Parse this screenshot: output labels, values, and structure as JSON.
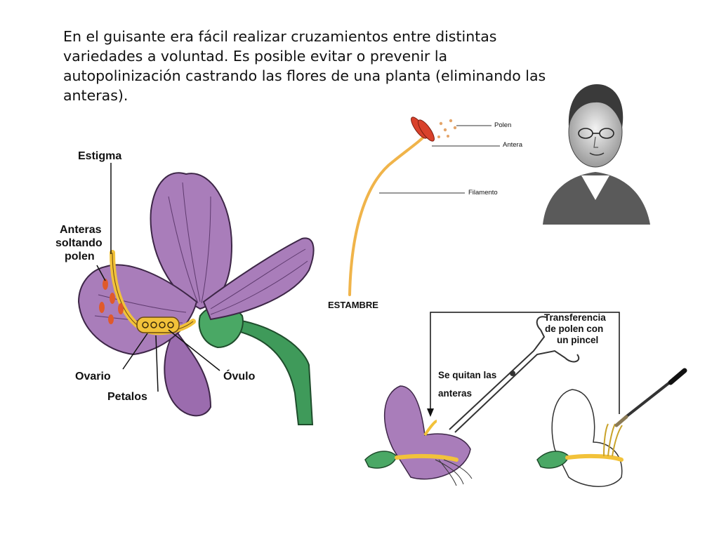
{
  "intro_text": "En el guisante era fácil realizar cruzamientos entre distintas variedades a voluntad. Es posible evitar o prevenir la autopolinización castrando las flores de una planta (eliminando las anteras).",
  "flower": {
    "estigma": "Estigma",
    "anteras_l1": "Anteras",
    "anteras_l2": "soltando",
    "anteras_l3": "polen",
    "ovario": "Ovario",
    "ovulo": "Óvulo",
    "petalos": "Petalos"
  },
  "stamen": {
    "polen": "Polen",
    "antera": "Antera",
    "filamento": "Filamento",
    "estambre": "ESTAMBRE"
  },
  "procedure": {
    "transfer_l1": "Transferencia",
    "transfer_l2": "de polen con",
    "transfer_l3": "un pincel",
    "remove_l1": "Se quitan las",
    "remove_l2": "anteras"
  },
  "colors": {
    "petal": "#a97dba",
    "petal_dark": "#7a4f8c",
    "stem": "#3f9a5a",
    "yellow": "#f2c23a",
    "stamen_filament": "#f0b44a",
    "anther_red": "#d9412b"
  }
}
